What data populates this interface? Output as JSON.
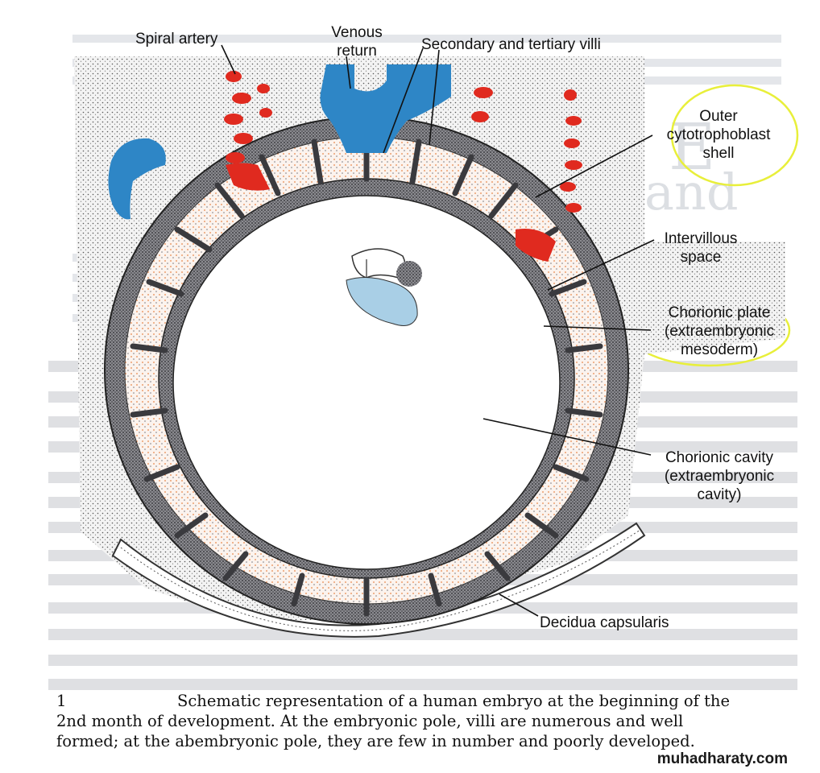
{
  "labels": {
    "spiral_artery": "Spiral artery",
    "venous_return": [
      "Venous",
      "return"
    ],
    "secondary_tertiary_villi": "Secondary and tertiary villi",
    "outer_cytotrophoblast_shell": [
      "Outer",
      "cytotrophoblast",
      "shell"
    ],
    "intervillous_space": [
      "Intervillous",
      "space"
    ],
    "chorionic_plate": [
      "Chorionic plate",
      "(extraembryonic",
      "mesoderm)"
    ],
    "chorionic_cavity": [
      "Chorionic cavity",
      "(extraembryonic",
      "cavity)"
    ],
    "decidua_capsularis": "Decidua capsularis"
  },
  "caption": {
    "number": "1",
    "lines": [
      "Schematic representation of a human embryo at the beginning of the",
      "2nd month of development. At the embryonic pole, villi are numerous and well",
      "formed; at the abembryonic pole, they are few in number and poorly developed."
    ]
  },
  "watermark": "muhadharaty.com",
  "colors": {
    "paper": "#ffffff",
    "stipple_bg": "#e9e9ea",
    "tissue_dark": "#6d6d72",
    "tissue_light": "#f1ece8",
    "blood_red": "#e02a1f",
    "venous_blue": "#2e86c6",
    "embryo_blue": "#a9cfe6",
    "highlight_yellow": "#e8ef3a"
  },
  "icons": [
    "embryo-illustration",
    "spiral-artery-vessel",
    "venous-sinus"
  ]
}
